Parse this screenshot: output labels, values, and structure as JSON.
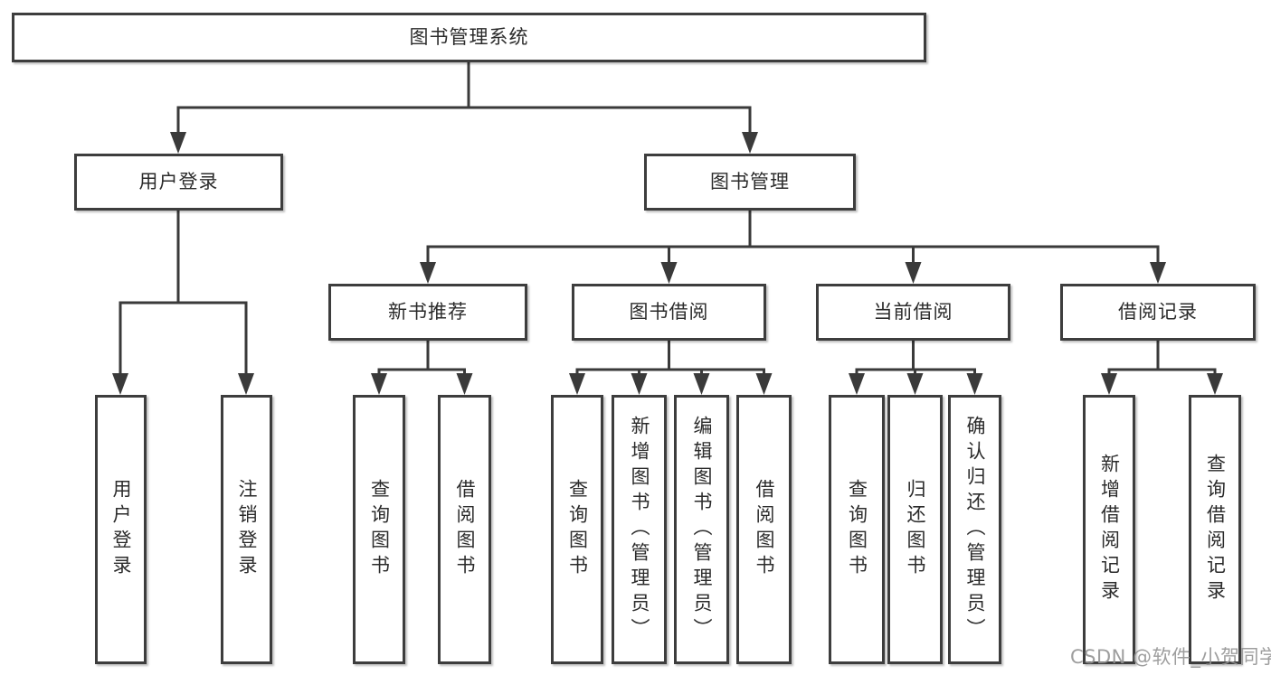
{
  "diagram_title": "图书管理系统",
  "boxes": {
    "root": "图书管理系统",
    "level2": {
      "user_login": "用户登录",
      "book_mgmt": "图书管理"
    },
    "level3": {
      "new_books": "新书推荐",
      "book_borrow": "图书借阅",
      "current_borrow": "当前借阅",
      "borrow_records": "借阅记录"
    },
    "leaves": {
      "user_login": [
        "用户登录",
        "注销登录"
      ],
      "new_books": [
        "查询图书",
        "借阅图书"
      ],
      "book_borrow": [
        "查询图书",
        "新增图书（管理员）",
        "编辑图书（管理员）",
        "借阅图书"
      ],
      "current_borrow": [
        "查询图书",
        "归还图书",
        "确认归还（管理员）"
      ],
      "borrow_records": [
        "新增借阅记录",
        "查询借阅记录"
      ]
    }
  },
  "watermark": "CSDN @软件_小贺同学",
  "colors": {
    "line": "#3a3a3a",
    "border": "#3d3d3d",
    "text": "#2b2b2b",
    "watermark": "#949494",
    "background": "#ffffff"
  }
}
